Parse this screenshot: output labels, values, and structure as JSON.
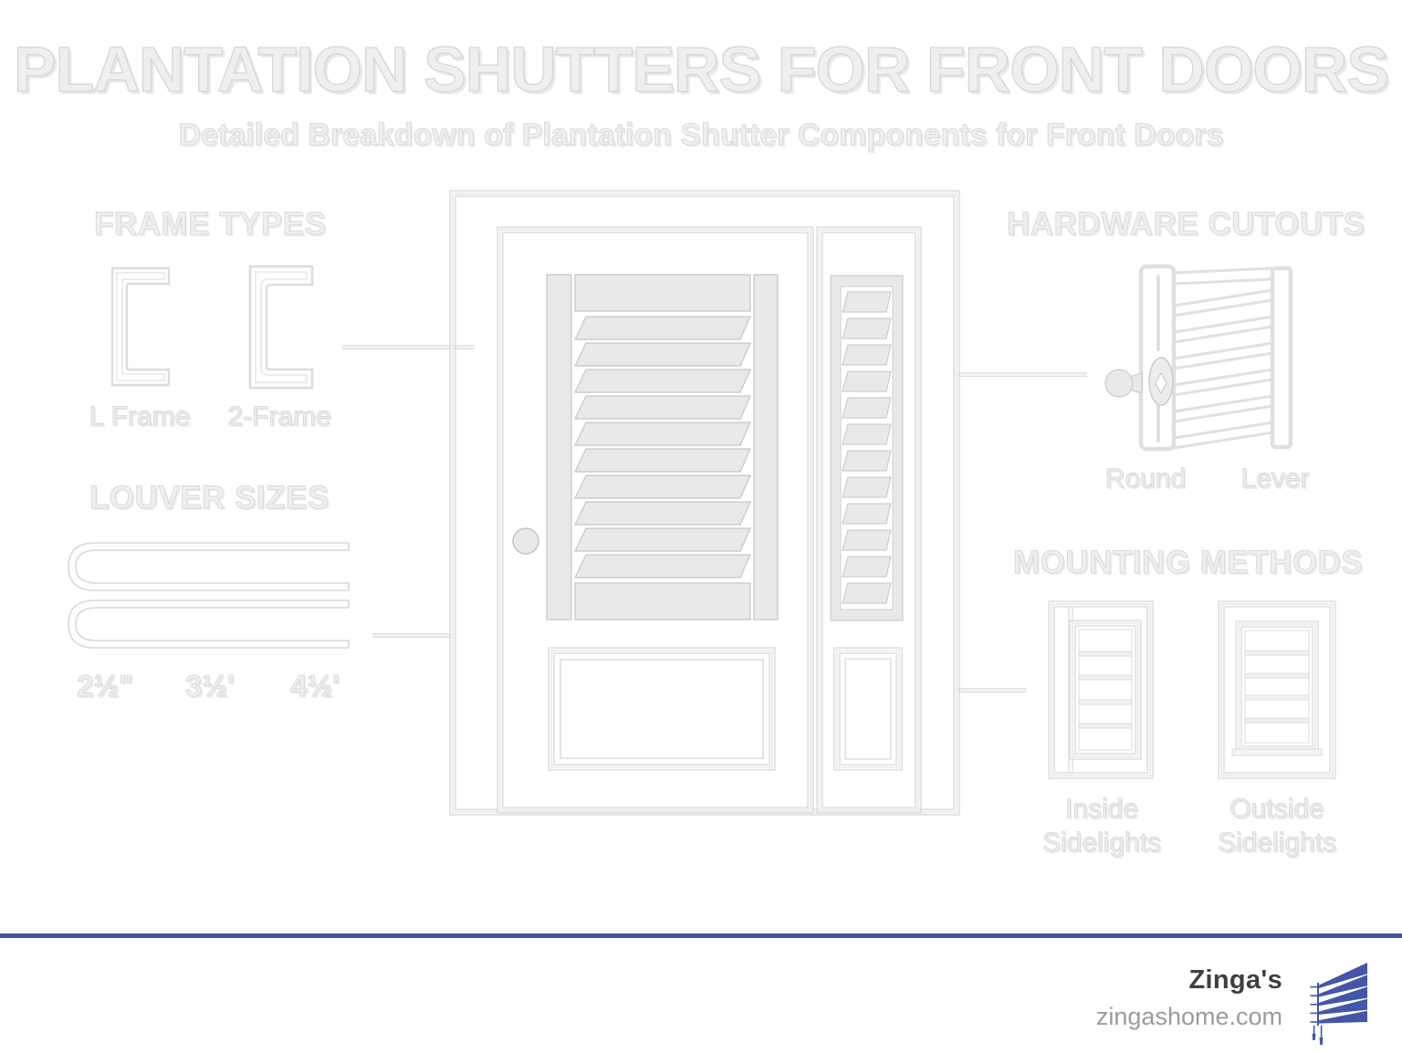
{
  "title": "PLANTATION SHUTTERS FOR FRONT DOORS",
  "subtitle": "Detailed Breakdown of Plantation Shutter Components for Front Doors",
  "frame_types": {
    "heading": "FRAME TYPES",
    "labels": [
      "L Frame",
      "2-Frame"
    ]
  },
  "louver_sizes": {
    "heading": "LOUVER SIZES",
    "sizes": [
      "2½\"",
      "3½'",
      "4½'"
    ]
  },
  "hardware_cutouts": {
    "heading": "HARDWARE CUTOUTS",
    "labels": [
      "Round",
      "Lever"
    ]
  },
  "mounting_methods": {
    "heading": "MOUNTING METHODS",
    "labels": [
      [
        "Inside",
        "Sidelights"
      ],
      [
        "Outside",
        "Sidelights"
      ]
    ]
  },
  "footer": {
    "brand": "Zinga's",
    "website": "zingashome.com"
  },
  "colors": {
    "accent_blue": "#45539e",
    "logo_blue": "#4356a8",
    "ghost_outline": "#dadada",
    "illustration_fill": "#e9e9e9"
  }
}
